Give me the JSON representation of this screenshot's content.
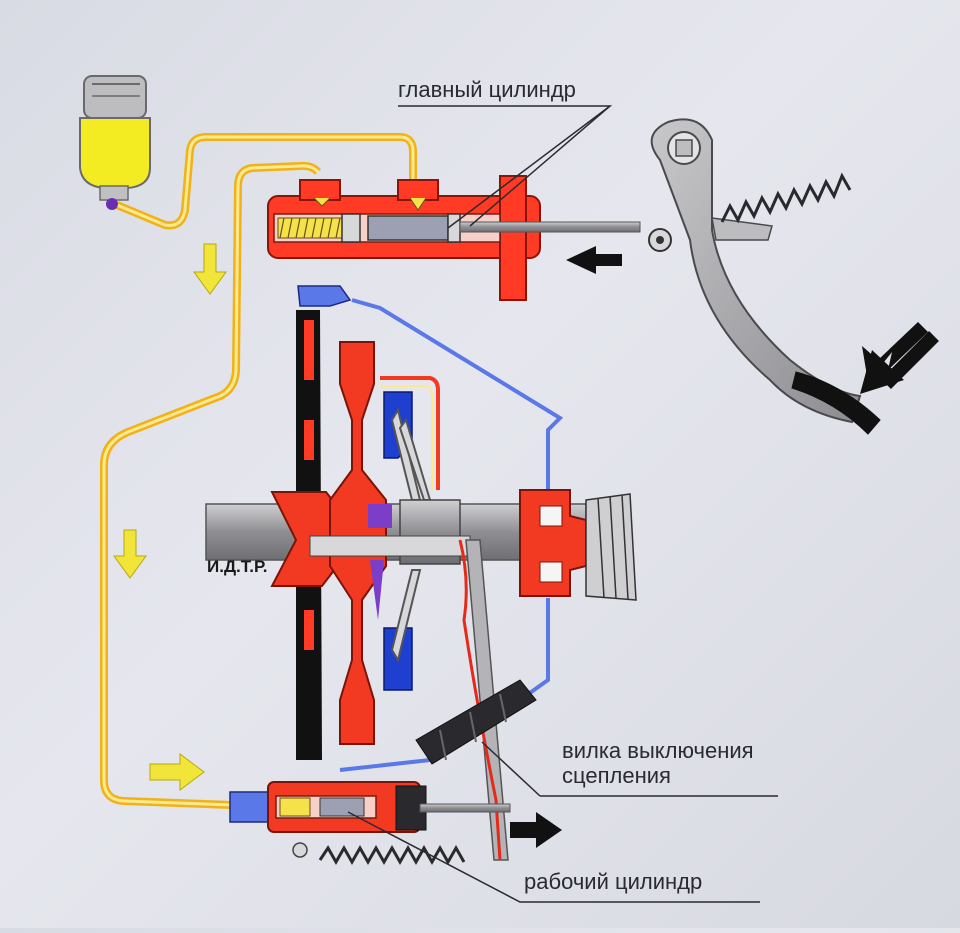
{
  "labels": {
    "master_cylinder": "главный цилиндр",
    "release_fork_line1": "вилка выключения",
    "release_fork_line2": "сцепления",
    "slave_cylinder": "рабочий цилиндр",
    "shaft_mark": "И.Д.Т.Р."
  },
  "colors": {
    "fluid_line": "#f0b21c",
    "fluid_line_inner": "#fde98a",
    "master_cylinder_body": "#ff3b26",
    "clutch_parts": "#f23a22",
    "flywheel": "#111111",
    "pressure_plate_outline": "#5a78e8",
    "release_bearing": "#1f3fd0",
    "driven_disc": "#7a3ec9",
    "flow_arrows": "#f2e53a",
    "motion_arrows": "#111111",
    "pedal": "#9a9a9c",
    "shaft": "#8a8a8c"
  },
  "icons": {
    "reservoir": "fluid-reservoir-icon",
    "pedal": "clutch-pedal-icon",
    "spring": "return-spring-icon"
  }
}
